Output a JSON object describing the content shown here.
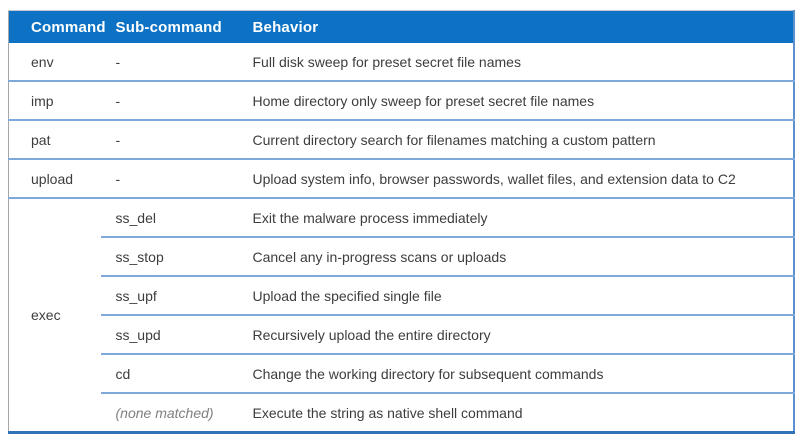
{
  "header": {
    "command": "Command",
    "sub_command": "Sub-command",
    "behavior": "Behavior"
  },
  "rows": [
    {
      "command": "env",
      "sub_command": "-",
      "behavior": "Full disk sweep for preset secret file names"
    },
    {
      "command": "imp",
      "sub_command": "-",
      "behavior": "Home directory only sweep for preset secret file names"
    },
    {
      "command": "pat",
      "sub_command": "-",
      "behavior": "Current directory search for filenames matching a custom pattern"
    },
    {
      "command": "upload",
      "sub_command": "-",
      "behavior": "Upload system info, browser passwords, wallet files, and extension data to C2"
    }
  ],
  "exec_group": {
    "command": "exec",
    "sub_rows": [
      {
        "sub_command": "ss_del",
        "behavior": "Exit the malware process immediately"
      },
      {
        "sub_command": "ss_stop",
        "behavior": "Cancel any in-progress scans or uploads"
      },
      {
        "sub_command": "ss_upf",
        "behavior": "Upload the specified single file"
      },
      {
        "sub_command": "ss_upd",
        "behavior": "Recursively upload the entire directory"
      },
      {
        "sub_command": "cd",
        "behavior": "Change the working directory for subsequent commands"
      },
      {
        "sub_command": "(none matched)",
        "behavior": "Execute the string as native shell command"
      }
    ]
  },
  "colors": {
    "header_bg": "#0d72c4",
    "header_text": "#ffffff",
    "row_divider": "#7fa9da",
    "bottom_border": "#2e74b5",
    "left_border": "#a6a6a6",
    "right_border": "#5b91cf",
    "body_text": "#3d3d3d",
    "muted_text": "#7f7f7f"
  }
}
